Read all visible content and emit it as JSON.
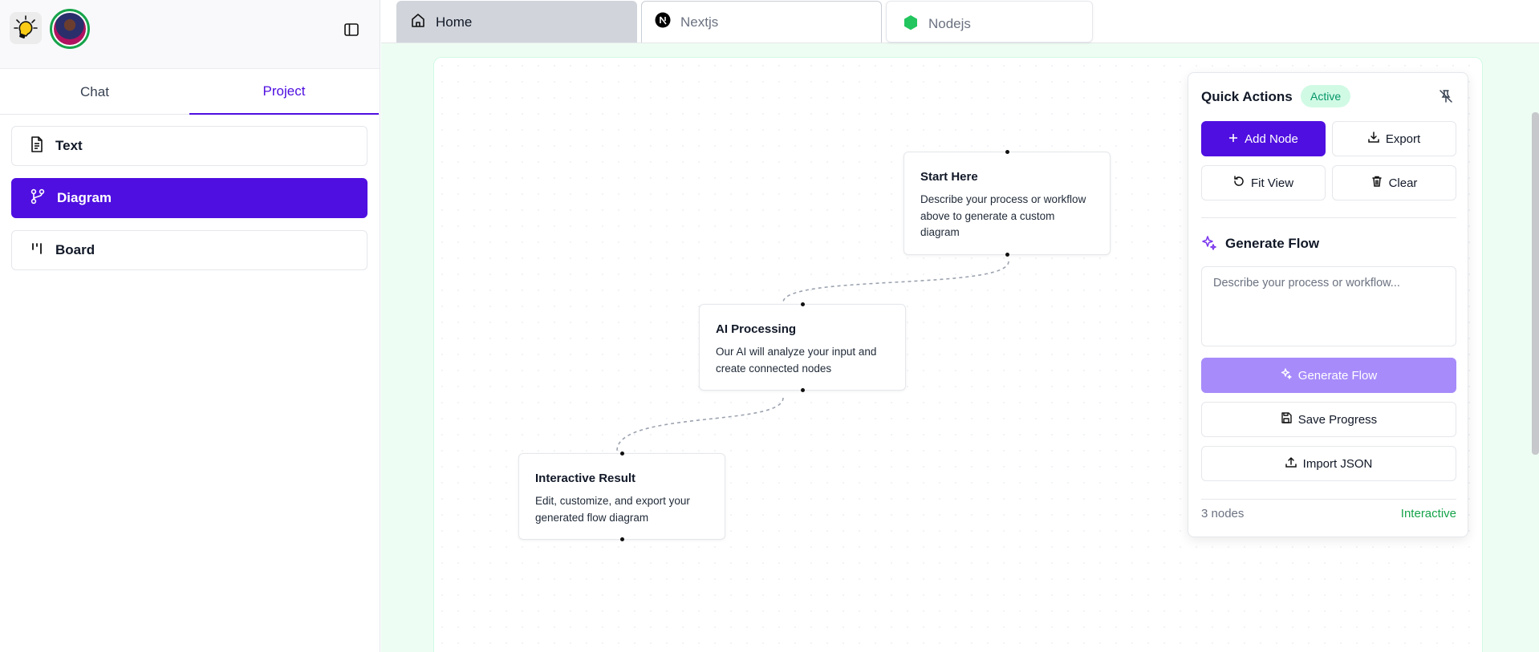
{
  "sidebar": {
    "tabs": [
      {
        "label": "Chat",
        "active": false
      },
      {
        "label": "Project",
        "active": true
      }
    ],
    "items": [
      {
        "label": "Text",
        "icon": "document-icon"
      },
      {
        "label": "Diagram",
        "icon": "git-branch-icon",
        "active": true
      },
      {
        "label": "Board",
        "icon": "kanban-icon"
      }
    ]
  },
  "tabs": [
    {
      "label": "Home",
      "icon": "home-icon",
      "active": true
    },
    {
      "label": "Nextjs",
      "icon": "nextjs-logo-icon"
    },
    {
      "label": "Nodejs",
      "icon": "nodejs-logo-icon"
    }
  ],
  "nodes": [
    {
      "title": "Start Here",
      "text": "Describe your process or workflow above to generate a custom diagram"
    },
    {
      "title": "AI Processing",
      "text": "Our AI will analyze your input and create connected nodes"
    },
    {
      "title": "Interactive Result",
      "text": "Edit, customize, and export your generated flow diagram"
    }
  ],
  "quick_actions": {
    "title": "Quick Actions",
    "badge": "Active",
    "add_node": "Add Node",
    "export": "Export",
    "fit_view": "Fit View",
    "clear": "Clear",
    "generate_title": "Generate Flow",
    "generate_placeholder": "Describe your process or workflow...",
    "generate_button": "Generate Flow",
    "save_progress": "Save Progress",
    "import_json": "Import JSON",
    "node_count": "3 nodes",
    "mode": "Interactive"
  },
  "colors": {
    "accent": "#4f0fe0",
    "accent_soft": "#a78bfa",
    "canvas_bg": "#eefdf3",
    "success": "#16a34a"
  }
}
